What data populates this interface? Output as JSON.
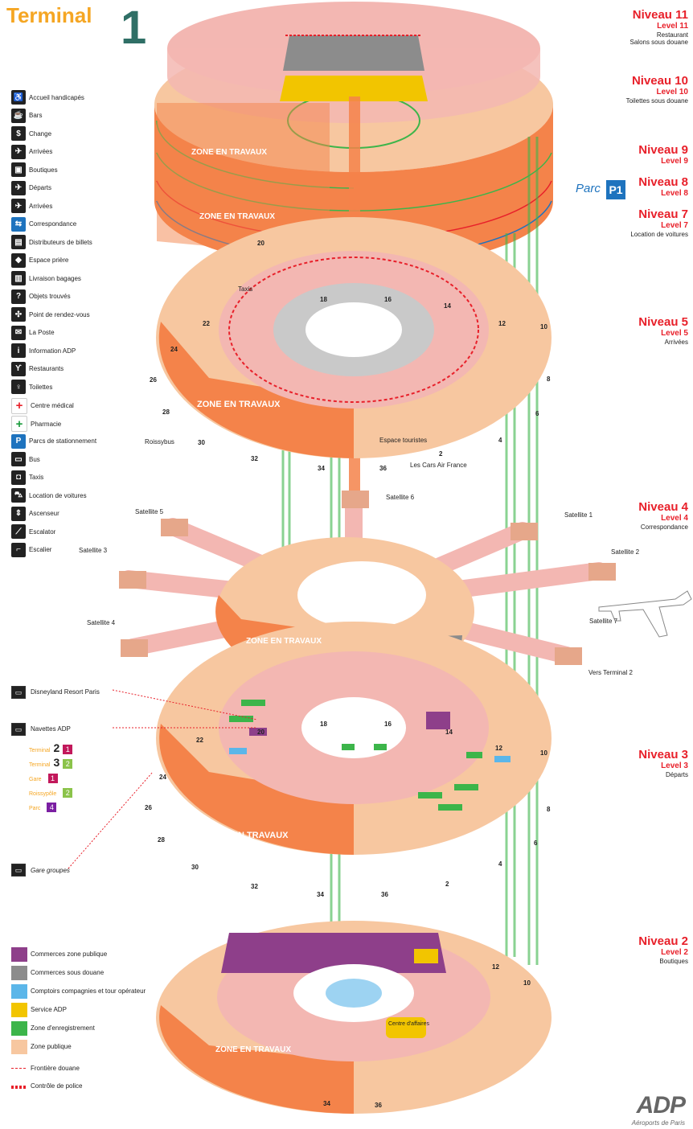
{
  "header": {
    "title_word": "Terminal",
    "title_number": "1"
  },
  "legend": [
    {
      "icon": "wheelchair-icon",
      "glyph": "♿",
      "label": "Accueil handicapés"
    },
    {
      "icon": "bar-icon",
      "glyph": "☕",
      "label": "Bars"
    },
    {
      "icon": "exchange-icon",
      "glyph": "$",
      "label": "Change"
    },
    {
      "icon": "arrivals-icon",
      "glyph": "✈",
      "label": "Arrivées"
    },
    {
      "icon": "shop-icon",
      "glyph": "▣",
      "label": "Boutiques"
    },
    {
      "icon": "departures-icon",
      "glyph": "✈",
      "label": "Départs"
    },
    {
      "icon": "arrivals-plane-icon",
      "glyph": "✈",
      "label": "Arrivées"
    },
    {
      "icon": "connection-icon",
      "glyph": "⇆",
      "label": "Correspondance",
      "color": "blue"
    },
    {
      "icon": "ticket-machine-icon",
      "glyph": "▤",
      "label": "Distributeurs de billets"
    },
    {
      "icon": "prayer-icon",
      "glyph": "◆",
      "label": "Espace prière"
    },
    {
      "icon": "baggage-icon",
      "glyph": "▥",
      "label": "Livraison bagages"
    },
    {
      "icon": "lost-found-icon",
      "glyph": "?",
      "label": "Objets trouvés"
    },
    {
      "icon": "meeting-point-icon",
      "glyph": "✣",
      "label": "Point de rendez-vous"
    },
    {
      "icon": "post-icon",
      "glyph": "✉",
      "label": "La Poste"
    },
    {
      "icon": "info-icon",
      "glyph": "i",
      "label": "Information ADP"
    },
    {
      "icon": "restaurant-icon",
      "glyph": "ϒ",
      "label": "Restaurants"
    },
    {
      "icon": "toilets-icon",
      "glyph": "♀",
      "label": "Toilettes"
    },
    {
      "icon": "medical-icon",
      "glyph": "+",
      "label": "Centre médical",
      "color": "red"
    },
    {
      "icon": "pharmacy-icon",
      "glyph": "+",
      "label": "Pharmacie",
      "color": "green"
    },
    {
      "icon": "parking-icon",
      "glyph": "P",
      "label": "Parcs de stationnement",
      "color": "blue"
    },
    {
      "icon": "bus-icon",
      "glyph": "▭",
      "label": "Bus"
    },
    {
      "icon": "taxi-icon",
      "glyph": "◘",
      "label": "Taxis"
    },
    {
      "icon": "car-rental-icon",
      "glyph": "⛍",
      "label": "Location de voitures"
    },
    {
      "icon": "elevator-icon",
      "glyph": "⇕",
      "label": "Ascenseur"
    },
    {
      "icon": "escalator-icon",
      "glyph": "⟋",
      "label": "Escalator"
    },
    {
      "icon": "stairs-icon",
      "glyph": "⌐",
      "label": "Escalier"
    }
  ],
  "colors": {
    "public_shops": "#8e3f8a",
    "duty_free_shops": "#8c8c8c",
    "airline_counters": "#5bb6e9",
    "adp_service": "#f2c500",
    "checkin": "#3cb54a",
    "public_area": "#f7c7a0",
    "works": "#f4834a",
    "ring_pink": "#f3b7b2",
    "customs": "#e8202a",
    "accent": "#e8202a"
  },
  "levels": [
    {
      "fr": "Niveau 11",
      "en": "Level 11",
      "desc": "Restaurant\nSalons sous douane"
    },
    {
      "fr": "Niveau 10",
      "en": "Level 10",
      "desc": "Toilettes sous douane"
    },
    {
      "fr": "Niveau 9",
      "en": "Level 9",
      "desc": ""
    },
    {
      "fr": "Niveau 8",
      "en": "Level 8",
      "desc": ""
    },
    {
      "fr": "Niveau 7",
      "en": "Level 7",
      "desc": "Location de voitures"
    },
    {
      "fr": "Niveau 5",
      "en": "Level 5",
      "desc": "Arrivées"
    },
    {
      "fr": "Niveau 4",
      "en": "Level 4",
      "desc": "Correspondance"
    },
    {
      "fr": "Niveau 3",
      "en": "Level 3",
      "desc": "Départs"
    },
    {
      "fr": "Niveau 2",
      "en": "Level 2",
      "desc": "Boutiques"
    }
  ],
  "parc_label": "Parc",
  "parc_code": "P1",
  "works_label": "ZONE EN TRAVAUX",
  "map_labels": {
    "taxis": "Taxis",
    "roissybus": "Roissybus",
    "espace_touristes": "Espace touristes",
    "cars_air_france": "Les Cars Air France",
    "satellite_1": "Satellite 1",
    "satellite_2": "Satellite 2",
    "satellite_3": "Satellite 3",
    "satellite_4": "Satellite 4",
    "satellite_5": "Satellite 5",
    "satellite_6": "Satellite 6",
    "satellite_7": "Satellite 7",
    "vers_terminal_2": "Vers Terminal 2",
    "disneyland": "Disneyland Resort Paris",
    "navettes": "Navettes ADP",
    "gare_groupes": "Gare groupes",
    "centre_affaires": "Centre d'affaires"
  },
  "navettes_rows": [
    {
      "label": "Terminal",
      "num": "2",
      "badge": "1",
      "color": "#c2185b"
    },
    {
      "label": "Terminal",
      "num": "3",
      "badge": "2",
      "color": "#8bc34a"
    },
    {
      "label": "Gare",
      "num": "",
      "badge": "1",
      "color": "#c2185b"
    },
    {
      "label": "Roissypôle",
      "num": "",
      "badge": "2",
      "color": "#8bc34a"
    },
    {
      "label": "Parc",
      "num": "",
      "badge": "4",
      "color": "#7b1fa2"
    }
  ],
  "gates_level5": [
    "22",
    "20",
    "18",
    "16",
    "14",
    "12",
    "10",
    "8",
    "6",
    "4",
    "2",
    "24",
    "26",
    "28",
    "30",
    "32",
    "34",
    "36"
  ],
  "gates_level3": [
    "22",
    "20",
    "18",
    "16",
    "14",
    "12",
    "10",
    "8",
    "6",
    "4",
    "2",
    "24",
    "26",
    "28",
    "30",
    "32",
    "34",
    "36"
  ],
  "gates_level2": [
    "12",
    "10",
    "34",
    "36"
  ],
  "area_legend": [
    {
      "key": "public_shops",
      "label": "Commerces zone publique"
    },
    {
      "key": "duty_free_shops",
      "label": "Commerces sous douane"
    },
    {
      "key": "airline_counters",
      "label": "Comptoirs compagnies et tour opérateur"
    },
    {
      "key": "adp_service",
      "label": "Service ADP"
    },
    {
      "key": "checkin",
      "label": "Zone d'enregistrement"
    },
    {
      "key": "public_area",
      "label": "Zone publique"
    }
  ],
  "line_legend": [
    {
      "style": "dashed",
      "label": "Frontière douane"
    },
    {
      "style": "thick-dashed",
      "label": "Contrôle de police"
    }
  ],
  "logo": {
    "name": "ADP",
    "tagline": "Aéroports de Paris"
  }
}
